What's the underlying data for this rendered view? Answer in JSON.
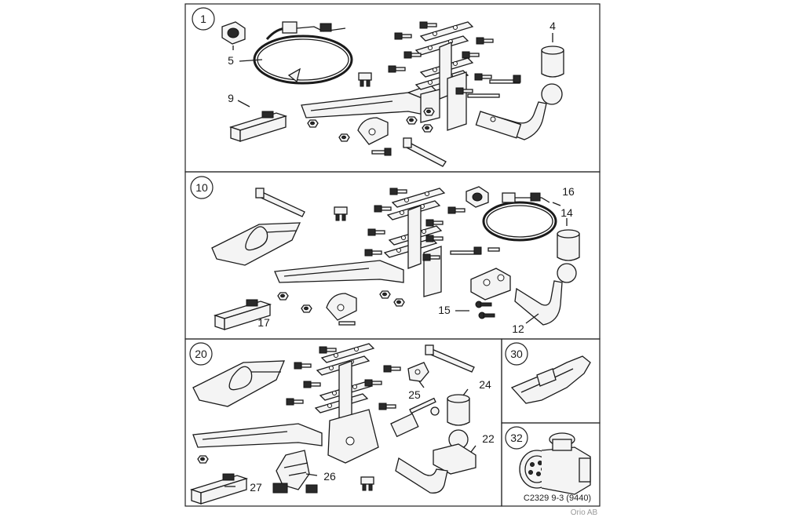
{
  "panels": {
    "p1": {
      "number": "1"
    },
    "p10": {
      "number": "10"
    },
    "p20": {
      "number": "20"
    },
    "p30": {
      "number": "30"
    },
    "p32": {
      "number": "32"
    }
  },
  "labels": {
    "l4": "4",
    "l5": "5",
    "l9": "9",
    "l12": "12",
    "l14": "14",
    "l15": "15",
    "l16": "16",
    "l17": "17",
    "l22": "22",
    "l24": "24",
    "l25": "25",
    "l26": "26",
    "l27": "27"
  },
  "footer": {
    "code": "C2329 9-3 (9440)",
    "credit": "Orio AB"
  }
}
